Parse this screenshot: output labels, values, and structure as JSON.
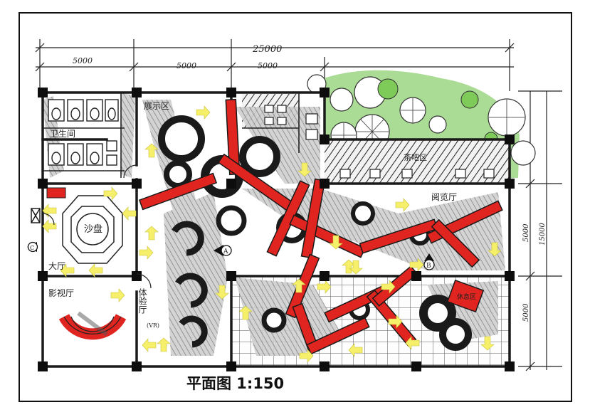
{
  "caption": "平面图 1:150",
  "dimensions": {
    "total": "25000",
    "seg_left": "5000",
    "seg_mid_a": "5000",
    "seg_mid_b": "5000",
    "right_upper": "5000",
    "right_total": "15000",
    "right_lower": "5000"
  },
  "rooms": {
    "restroom": "卫生间",
    "exhibition": "展示区",
    "sand_table": "沙盘",
    "lobby": "大厅",
    "cinema": "影视厅",
    "experience": "体验厅",
    "experience_note": "(VR)",
    "tour_hall": "阅览厅",
    "tea_area": "茶吧区",
    "rest_area": "休息区"
  },
  "markers": {
    "a": "A",
    "b": "B",
    "c": "C"
  },
  "colors": {
    "wall": "#1a1a1a",
    "column": "#0d0d0d",
    "accent_red": "#e0241f",
    "arrow_yellow": "#f5ef6a",
    "tree_green": "#5cc24a",
    "pencil_gray": "#8a8a8a",
    "grid": "#555555"
  }
}
